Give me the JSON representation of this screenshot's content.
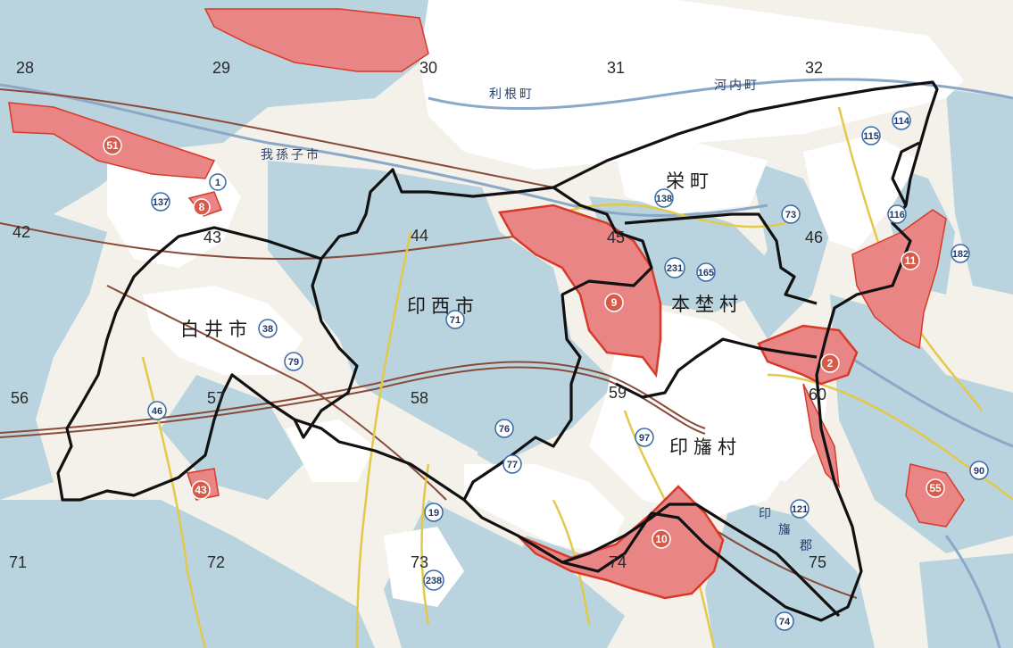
{
  "map": {
    "colors": {
      "background": "#f4f1ea",
      "forest": "#b9d4de",
      "urban": "#ffffff",
      "zone": "#e98585",
      "zone_stroke": "#d83a2a",
      "boundary": "#111111",
      "railway": "#8a4a3a",
      "road": "#e3c94a",
      "river": "#8aa9c9"
    },
    "grid_numbers": [
      "28",
      "29",
      "30",
      "31",
      "32",
      "42",
      "43",
      "44",
      "45",
      "46",
      "56",
      "57",
      "58",
      "59",
      "60",
      "71",
      "72",
      "73",
      "74",
      "75"
    ],
    "municipalities": [
      "白井市",
      "印西市",
      "本埜村",
      "栄町",
      "印旛村",
      "我孫子市",
      "利根町",
      "河内町"
    ],
    "area_labels": [
      "印",
      "旛",
      "郡"
    ],
    "zones": [
      "51",
      "8",
      "9",
      "2",
      "11",
      "43",
      "10",
      "55"
    ],
    "routes": [
      "1",
      "137",
      "138",
      "73",
      "116",
      "114",
      "115",
      "182",
      "231",
      "165",
      "71",
      "38",
      "79",
      "46",
      "76",
      "77",
      "97",
      "19",
      "238",
      "121",
      "90",
      "74"
    ]
  }
}
